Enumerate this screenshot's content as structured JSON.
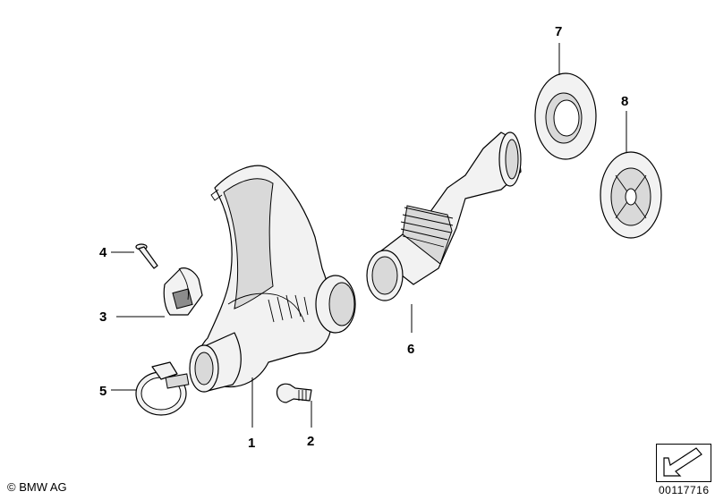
{
  "callouts": [
    {
      "id": "1",
      "label": "1"
    },
    {
      "id": "2",
      "label": "2"
    },
    {
      "id": "3",
      "label": "3"
    },
    {
      "id": "4",
      "label": "4"
    },
    {
      "id": "5",
      "label": "5"
    },
    {
      "id": "6",
      "label": "6"
    },
    {
      "id": "7",
      "label": "7"
    },
    {
      "id": "8",
      "label": "8"
    }
  ],
  "footer": {
    "copyright": "© BMW AG",
    "doc_number": "00117716"
  },
  "icons": {
    "nav": "arrow-nav-icon"
  }
}
